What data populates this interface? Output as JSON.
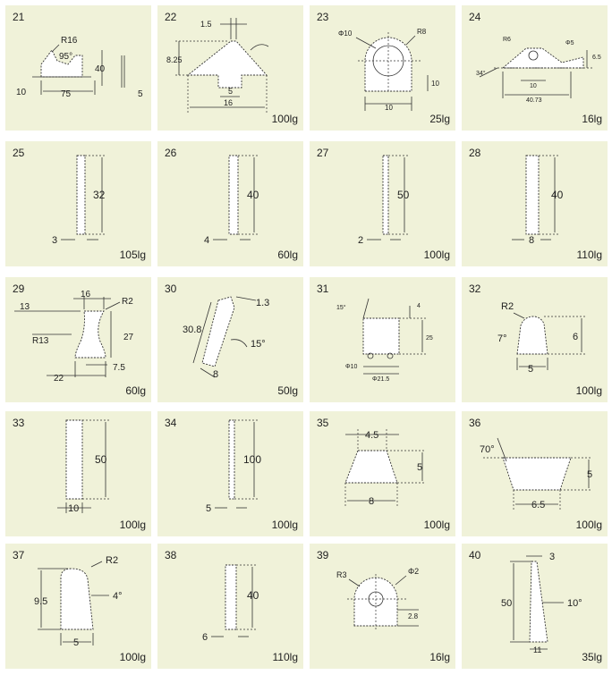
{
  "parts": [
    {
      "num": "21",
      "weight": "",
      "labels": {
        "r": "R16",
        "a": "95°",
        "h": "40",
        "w": "75",
        "b": "10",
        "t": "5"
      }
    },
    {
      "num": "22",
      "weight": "100lg",
      "labels": {
        "t": "1.5",
        "h": "8.25",
        "n": "5",
        "w": "16"
      }
    },
    {
      "num": "23",
      "weight": "25lg",
      "labels": {
        "d": "Φ10",
        "r": "R8",
        "h": "10",
        "w": "10"
      }
    },
    {
      "num": "24",
      "weight": "16lg",
      "labels": {
        "r": "R6",
        "d": "Φ5",
        "h": "6.5",
        "a": "34°",
        "n": "10",
        "w": "40.73"
      }
    },
    {
      "num": "25",
      "weight": "105lg",
      "labels": {
        "h": "32",
        "w": "3"
      }
    },
    {
      "num": "26",
      "weight": "60lg",
      "labels": {
        "h": "40",
        "w": "4"
      }
    },
    {
      "num": "27",
      "weight": "100lg",
      "labels": {
        "h": "50",
        "w": "2"
      }
    },
    {
      "num": "28",
      "weight": "110lg",
      "labels": {
        "h": "40",
        "w": "8"
      }
    },
    {
      "num": "29",
      "weight": "60lg",
      "labels": {
        "t": "16",
        "r": "R2",
        "n": "13",
        "h": "27",
        "r2": "R13",
        "s": "7.5",
        "w": "22"
      }
    },
    {
      "num": "30",
      "weight": "50lg",
      "labels": {
        "t": "1.3",
        "h": "30.8",
        "a": "15°",
        "w": "8"
      }
    },
    {
      "num": "31",
      "weight": "",
      "labels": {
        "a": "15°",
        "t": "4",
        "h": "25",
        "d": "Φ10",
        "w": "Φ21.5"
      }
    },
    {
      "num": "32",
      "weight": "100lg",
      "labels": {
        "r": "R2",
        "a": "7°",
        "h": "6",
        "w": "5"
      }
    },
    {
      "num": "33",
      "weight": "100lg",
      "labels": {
        "h": "50",
        "w": "10"
      }
    },
    {
      "num": "34",
      "weight": "100lg",
      "labels": {
        "h": "100",
        "w": "5"
      }
    },
    {
      "num": "35",
      "weight": "100lg",
      "labels": {
        "t": "4.5",
        "h": "5",
        "w": "8"
      }
    },
    {
      "num": "36",
      "weight": "100lg",
      "labels": {
        "a": "70°",
        "h": "5",
        "w": "6.5"
      }
    },
    {
      "num": "37",
      "weight": "100lg",
      "labels": {
        "r": "R2",
        "h": "9.5",
        "a": "4°",
        "w": "5"
      }
    },
    {
      "num": "38",
      "weight": "110lg",
      "labels": {
        "h": "40",
        "w": "6"
      }
    },
    {
      "num": "39",
      "weight": "16lg",
      "labels": {
        "r": "R3",
        "d": "Φ2",
        "h": "2.8"
      }
    },
    {
      "num": "40",
      "weight": "35lg",
      "labels": {
        "t": "3",
        "h": "50",
        "a": "10°",
        "w": "11"
      }
    }
  ]
}
